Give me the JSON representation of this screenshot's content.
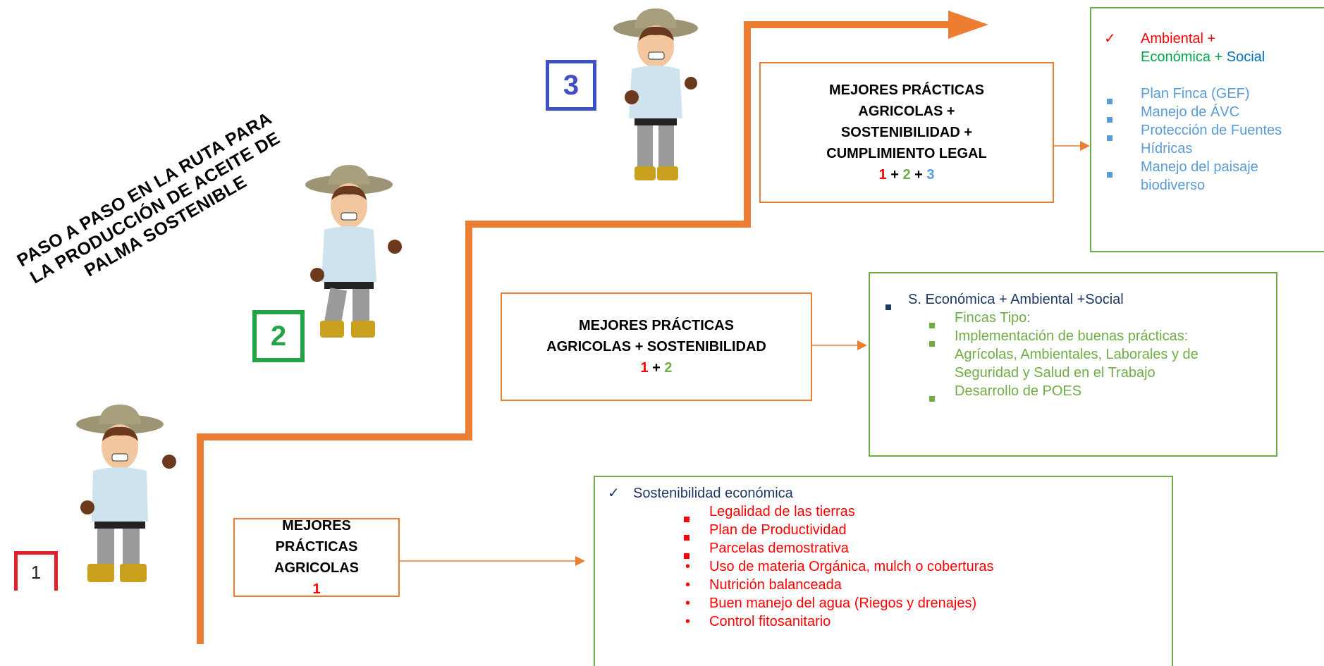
{
  "title": "PASO A PASO EN LA RUTA PARA LA PRODUCCIÓN DE ACEITE DE PALMA SOSTENIBLE",
  "colors": {
    "route": "#ED7D31",
    "step_border": "#ED7D31",
    "info_border": "#70AD47",
    "red": "#FF0000",
    "green": "#70AD47",
    "blue": "#5B9BD5",
    "navy": "#1F3864",
    "step1_badge": "#E0202A",
    "step2_badge": "#22A346",
    "step3_badge": "#3F4FC4"
  },
  "steps": [
    {
      "badge": "1",
      "box_lines": [
        "MEJORES PRÁCTICAS",
        "AGRICOLAS"
      ],
      "numbers": [
        {
          "n": "1",
          "c": "red"
        }
      ]
    },
    {
      "badge": "2",
      "box_lines": [
        "MEJORES PRÁCTICAS",
        "AGRICOLAS + SOSTENIBILIDAD"
      ],
      "numbers": [
        {
          "n": "1",
          "c": "red"
        },
        {
          "n": "2",
          "c": "green"
        }
      ]
    },
    {
      "badge": "3",
      "box_lines": [
        "MEJORES PRÁCTICAS",
        "AGRICOLAS +",
        "SOSTENIBILIDAD +",
        "CUMPLIMIENTO LEGAL"
      ],
      "numbers": [
        {
          "n": "1",
          "c": "red"
        },
        {
          "n": "2",
          "c": "green"
        },
        {
          "n": "3",
          "c": "blue"
        }
      ]
    }
  ],
  "info_1": {
    "heading": "Sostenibilidad económica",
    "square_items": [
      "Legalidad de las tierras",
      "Plan de Productividad",
      "Parcelas demostrativa"
    ],
    "dot_items": [
      "Uso de materia Orgánica, mulch o coberturas",
      "Nutrición balanceada",
      "Buen manejo del agua (Riegos y drenajes)",
      "Control fitosanitario"
    ]
  },
  "info_2": {
    "heading": "S. Económica + Ambiental +Social",
    "items": [
      "Fincas Tipo:",
      "Implementación de buenas prácticas: Agrícolas, Ambientales, Laborales y de Seguridad y Salud en el Trabajo",
      "Desarrollo de POES"
    ]
  },
  "info_3": {
    "check_line1": "Ambiental +",
    "check_line2_a": "Económica + ",
    "check_line2_b": "Social",
    "items": [
      "Plan Finca (GEF)",
      "Manejo de ÁVC",
      "Protección de Fuentes Hídricas",
      "Manejo del paisaje biodiverso"
    ]
  },
  "operator_plus": " + "
}
